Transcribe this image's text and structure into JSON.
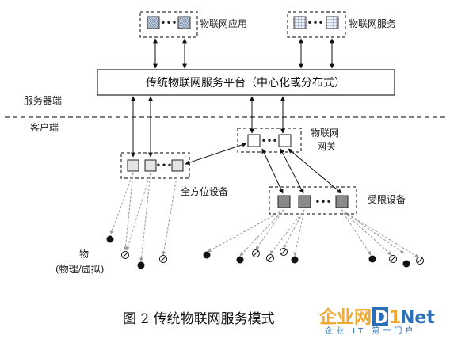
{
  "labels": {
    "iot_app": "物联网应用",
    "iot_service": "物联网服务",
    "platform": "传统物联网服务平台（中心化或分布式）",
    "server_side": "服务器端",
    "client_side": "客户端",
    "gateway_line1": "物联网",
    "gateway_line2": "网关",
    "omni_device": "全方位设备",
    "limited_device": "受限设备",
    "things_line1": "物",
    "things_line2": "(物理/虚拟)",
    "ellipsis": "•••",
    "caption": "图 2 传统物联网服务模式"
  },
  "watermark": {
    "brand_left": "企业网",
    "brand_d": "D",
    "brand_1": "1",
    "brand_net": "Net",
    "tagline": "企业 IT 第一门户"
  },
  "colors": {
    "line": "#111111",
    "dashed_arrow": "#999999",
    "limited_fill": "#8a8a8a",
    "omni_fill": "#e4e4e4",
    "watermark_orange": "#f0a830",
    "watermark_blue": "#2a6fb8"
  }
}
